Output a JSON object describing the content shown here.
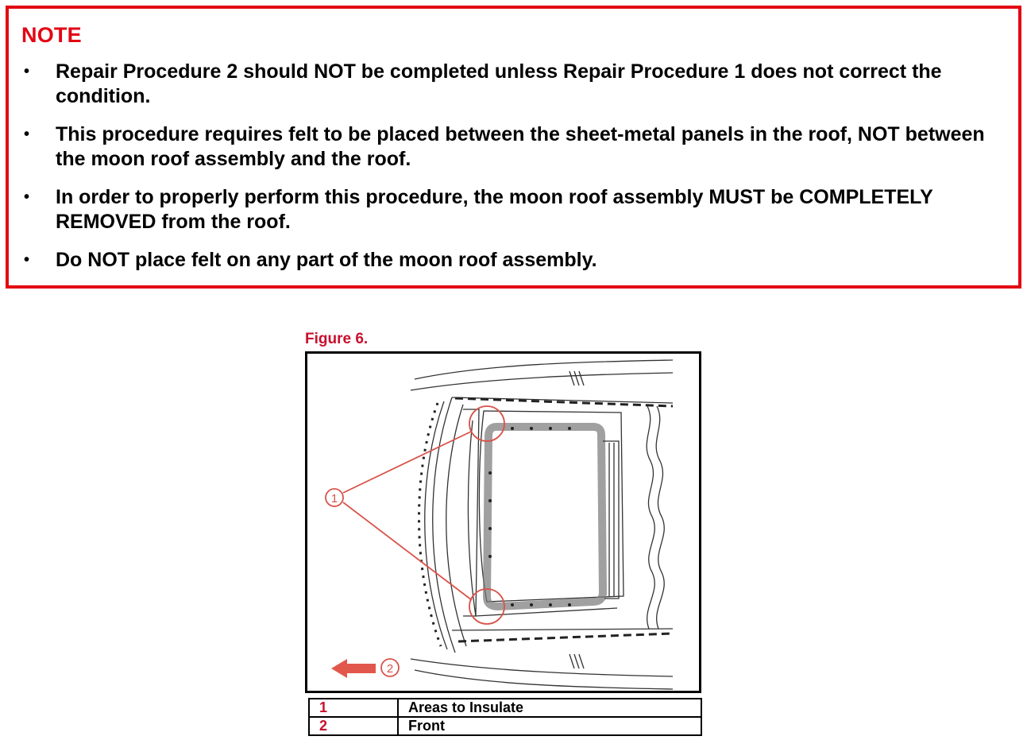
{
  "note": {
    "title": "NOTE",
    "items": [
      "Repair Procedure 2 should NOT be completed unless Repair Procedure 1 does not correct the condition.",
      "This procedure requires felt to be placed between the sheet-metal panels in the roof, NOT between the moon roof assembly and the roof.",
      "In order to properly perform this procedure, the moon roof assembly MUST be COMPLETELY REMOVED from the roof.",
      "Do NOT place felt on any part of the moon roof assembly."
    ],
    "bullet": "•"
  },
  "figure": {
    "caption": "Figure 6.",
    "callout_1": "1",
    "callout_2": "2"
  },
  "legend": [
    {
      "num": "1",
      "label": "Areas to Insulate"
    },
    {
      "num": "2",
      "label": "Front"
    }
  ],
  "colors": {
    "note_border": "#e30613",
    "callout": "#d9534a",
    "caption": "#c8102e"
  }
}
